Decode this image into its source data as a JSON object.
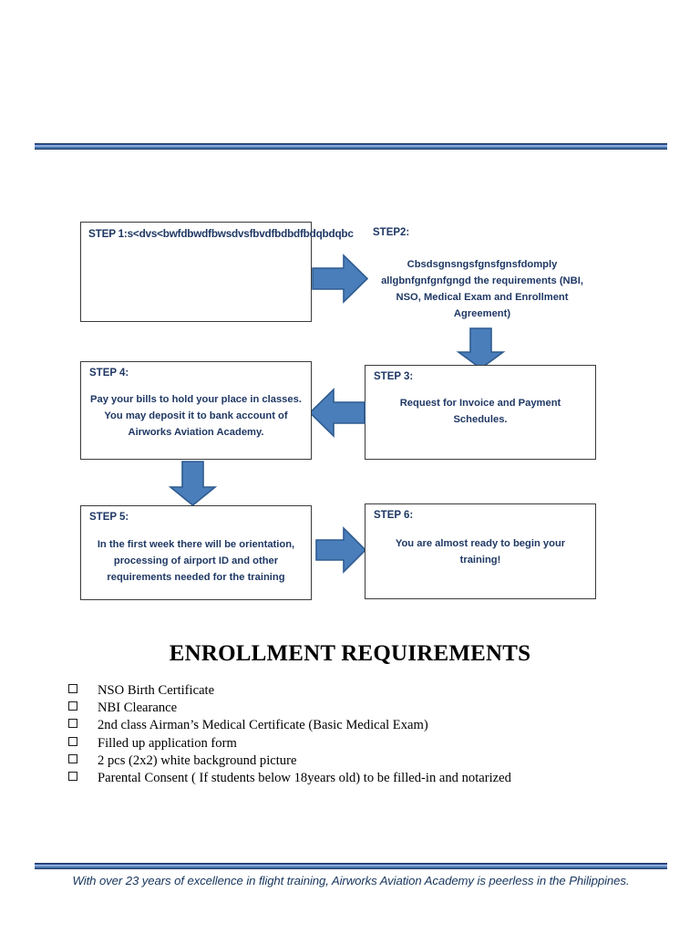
{
  "document": {
    "title": "Airworks Aviation Academy Enrollment Flow",
    "accent_color": "#1f3864",
    "arrow_fill": "#4a7ebb",
    "arrow_stroke": "#2e5b8f",
    "rule_dark": "#1f3864",
    "rule_light": "#8faadc"
  },
  "flowchart": {
    "steps": [
      {
        "id": "step1",
        "label": "STEP 1:s<dvs<bwfdbwdfbwsdvsfbvdfbdbdfbdqbdqbc",
        "body": ""
      },
      {
        "id": "step2",
        "label": "STEP2:",
        "body": "Cbsdsgnsngsfgnsfgnsfdomply allgbnfgnfgnfgngd the requirements (NBI, NSO, Medical Exam and Enrollment Agreement)"
      },
      {
        "id": "step3",
        "label": "STEP 3:",
        "body": "Request for Invoice and Payment Schedules."
      },
      {
        "id": "step4",
        "label": "STEP 4:",
        "body": "Pay your bills to hold your place in classes. You may deposit it to bank account of Airworks Aviation Academy."
      },
      {
        "id": "step5",
        "label": "STEP 5:",
        "body": "In the first week there will be orientation, processing of airport ID and other requirements needed for the training"
      },
      {
        "id": "step6",
        "label": "STEP 6:",
        "body": "You are almost ready to begin your training!"
      }
    ],
    "connectors": [
      {
        "id": "arrow-1-2",
        "direction": "right",
        "from": "step1",
        "to": "step2"
      },
      {
        "id": "arrow-2-3",
        "direction": "down",
        "from": "step2",
        "to": "step3"
      },
      {
        "id": "arrow-3-4",
        "direction": "left",
        "from": "step3",
        "to": "step4"
      },
      {
        "id": "arrow-4-5",
        "direction": "down",
        "from": "step4",
        "to": "step5"
      },
      {
        "id": "arrow-5-6",
        "direction": "right",
        "from": "step5",
        "to": "step6"
      }
    ]
  },
  "requirements": {
    "heading": "ENROLLMENT REQUIREMENTS",
    "items": [
      "NSO Birth Certificate",
      "NBI Clearance",
      "2nd class Airman’s Medical Certificate (Basic Medical Exam)",
      "Filled up application form",
      "2 pcs (2x2) white background picture",
      "Parental Consent ( If  students below 18years old) to be filled-in and notarized"
    ]
  },
  "footer": {
    "tagline": "With over 23 years of excellence in flight training, Airworks Aviation Academy is peerless in the Philippines."
  }
}
